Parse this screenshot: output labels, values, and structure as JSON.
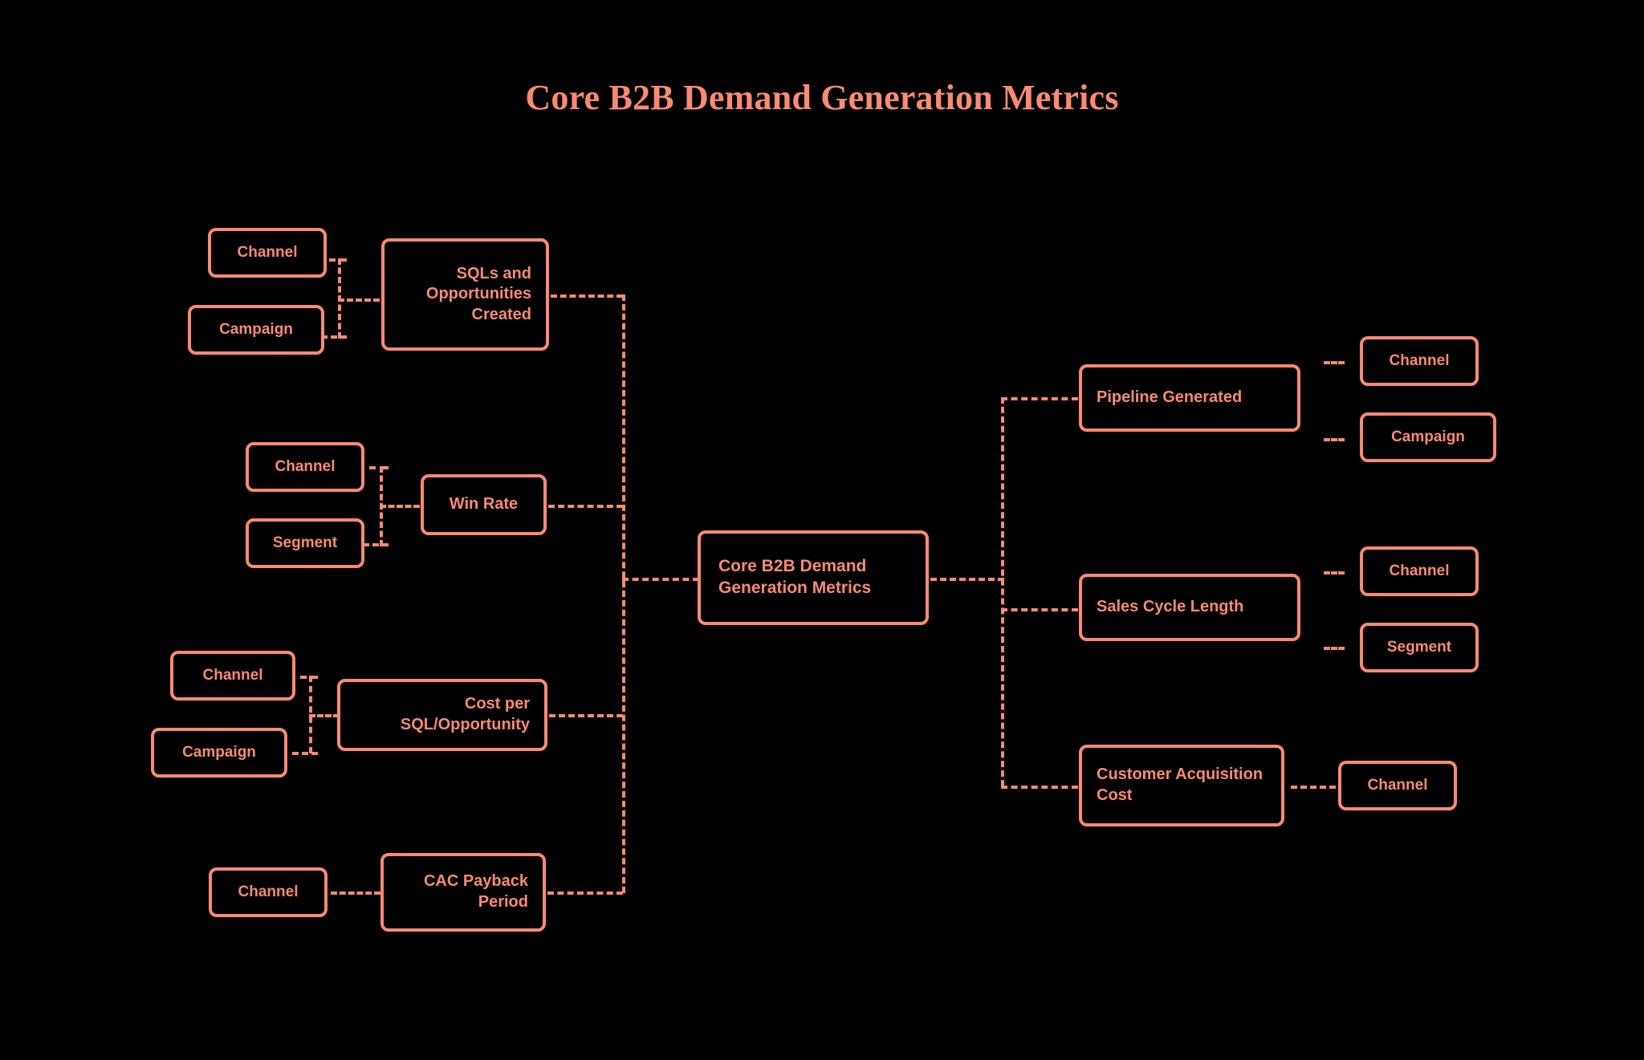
{
  "page": {
    "background_color": "#000000",
    "accent_color": "#fa8a72",
    "title": "Core B2B Demand Generation Metrics"
  },
  "chart_data": {
    "type": "diagram",
    "diagram_type": "mind-map",
    "title": "Core B2B Demand Generation Metrics",
    "root": "Core B2B Demand Generation Metrics",
    "branches": [
      {
        "side": "left",
        "label": "SQLs and Opportunities Created",
        "children": [
          "Channel",
          "Campaign"
        ]
      },
      {
        "side": "left",
        "label": "Win Rate",
        "children": [
          "Channel",
          "Segment"
        ]
      },
      {
        "side": "left",
        "label": "Cost per SQL/Opportunity",
        "children": [
          "Channel",
          "Campaign"
        ]
      },
      {
        "side": "left",
        "label": "CAC Payback Period",
        "children": [
          "Channel"
        ]
      },
      {
        "side": "right",
        "label": "Pipeline Generated",
        "children": [
          "Channel",
          "Campaign"
        ]
      },
      {
        "side": "right",
        "label": "Sales Cycle Length",
        "children": [
          "Channel",
          "Segment"
        ]
      },
      {
        "side": "right",
        "label": "Customer Acquisition Cost",
        "children": [
          "Channel"
        ]
      }
    ]
  },
  "nodes": {
    "root": "Core B2B Demand Generation Metrics",
    "sqls": "SQLs and Opportunities Created",
    "sqls_channel": "Channel",
    "sqls_campaign": "Campaign",
    "win_rate": "Win Rate",
    "win_channel": "Channel",
    "win_segment": "Segment",
    "cost_per_sql": "Cost per SQL/Opportunity",
    "cost_channel": "Channel",
    "cost_campaign": "Campaign",
    "cac_payback": "CAC Payback Period",
    "cac_channel": "Channel",
    "pipeline": "Pipeline Generated",
    "pipeline_channel": "Channel",
    "pipeline_campaign": "Campaign",
    "sales_cycle": "Sales Cycle Length",
    "cycle_channel": "Channel",
    "cycle_segment": "Segment",
    "cac": "Customer Acquisition Cost",
    "cac_right_channel": "Channel"
  }
}
